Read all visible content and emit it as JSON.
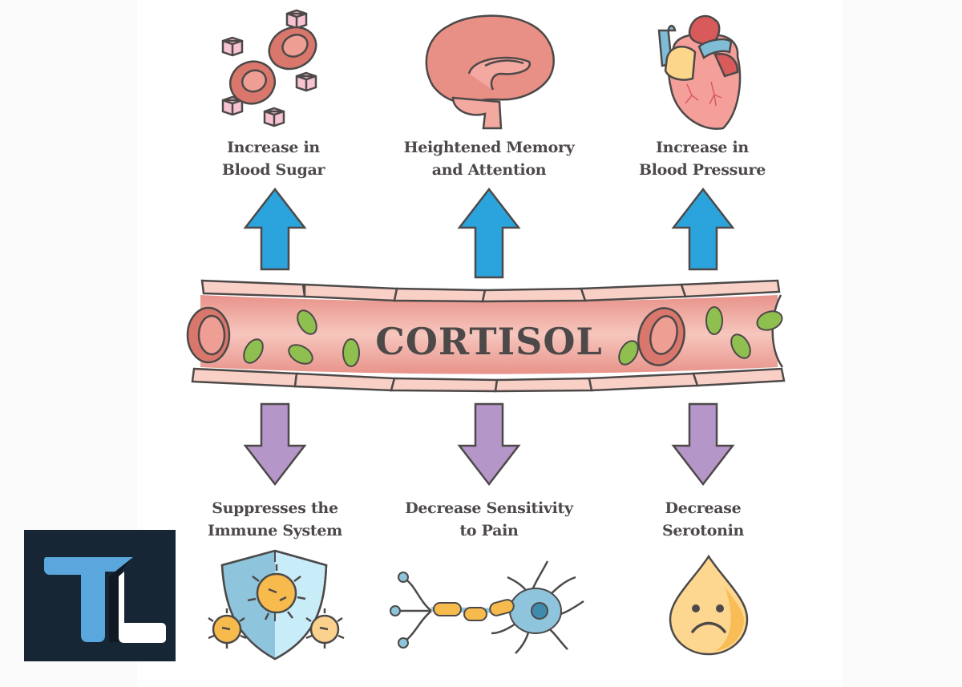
{
  "diagram": {
    "center_label": "CORTISOL",
    "colors": {
      "increase_arrow": "#2ba3dc",
      "decrease_arrow": "#b596c8",
      "vessel": "#e8938a",
      "vessel_highlight": "#f6c6bd",
      "text": "#4d4949",
      "logo_background": "#172634",
      "logo_t": "#5aa7dd",
      "logo_l": "#ffffff"
    },
    "increases": [
      {
        "line1": "Increase in",
        "line2": "Blood Sugar",
        "icon": "blood-cells-sugar-cubes-icon"
      },
      {
        "line1": "Heightened Memory",
        "line2": "and Attention",
        "icon": "brain-icon"
      },
      {
        "line1": "Increase in",
        "line2": "Blood Pressure",
        "icon": "heart-icon"
      }
    ],
    "decreases": [
      {
        "line1": "Suppresses the",
        "line2": "Immune System",
        "icon": "shield-virus-icon"
      },
      {
        "line1": "Decrease Sensitivity",
        "line2": "to Pain",
        "icon": "neuron-icon"
      },
      {
        "line1": "Decrease",
        "line2": "Serotonin",
        "icon": "sad-drop-icon"
      }
    ]
  },
  "logo": {
    "letters": "TL"
  }
}
